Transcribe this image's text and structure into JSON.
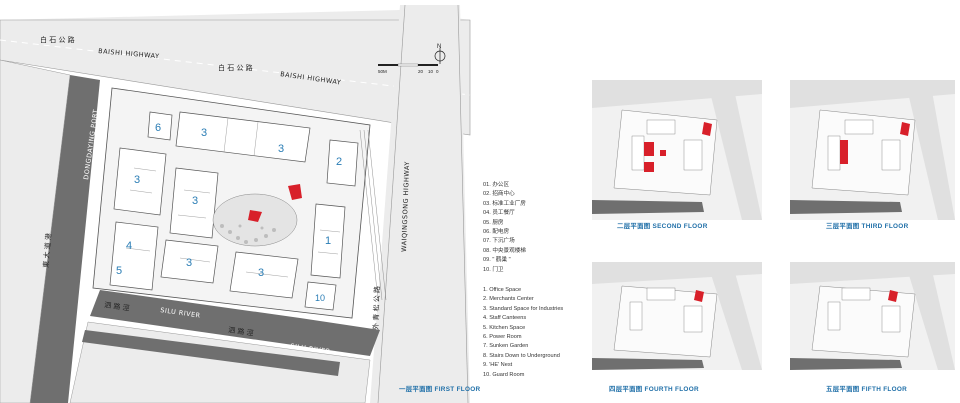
{
  "roads": {
    "top_cn_1": "白 石 公 路",
    "top_en_1": "BAISHI HIGHWAY",
    "top_cn_2": "白 石 公 路",
    "top_en_2": "BAISHI HIGHWAY",
    "left_cn": "東 大 道 港",
    "left_en": "DONGDAYING PORT",
    "right_en": "WAIQINGSONG HIGHWAY",
    "right_cn": "外 青 松 公 路",
    "river_cn_1": "泗 路 涇",
    "river_en_1": "SILU RIVER",
    "river_cn_2": "泗 路 涇",
    "river_en_2": "SILU RIVER"
  },
  "compass": {
    "north": "N",
    "scale_labels": [
      "50M",
      "20",
      "10",
      "0"
    ]
  },
  "zones": [
    "1",
    "2",
    "3",
    "3",
    "3",
    "3",
    "3",
    "3",
    "4",
    "5",
    "6",
    "10"
  ],
  "legend_cn": [
    "01. 办公区",
    "02. 招商中心",
    "03. 标准工业厂房",
    "04. 员工餐厅",
    "05. 厨房",
    "06. 配电房",
    "07. 下沉广场",
    "08. 中央景观楼梯",
    "09. \" 鹳巢 \"",
    "10. 门卫"
  ],
  "legend_en": [
    "1.  Office Space",
    "2.  Merchants Center",
    "3.  Standard Space for Industries",
    "4.  Staff Canteens",
    "5.  Kitchen Space",
    "6.  Power Room",
    "7.  Sunken Garden",
    "8.  Stairs Down to Underground",
    "9.  'HE' Nest",
    "10. Guard  Room"
  ],
  "captions": {
    "first": "一层平面图  FIRST FLOOR",
    "second": "二层平面图  SECOND FLOOR",
    "third": "三层平面图  THIRD FLOOR",
    "fourth": "四层平面图  FOURTH FLOOR",
    "fifth": "五层平面图  FIFTH FLOOR"
  },
  "colors": {
    "road": "#ececec",
    "water": "#6f6f6f",
    "plot": "#f4f4f4",
    "building": "#ffffff",
    "line": "#555555",
    "accent_red": "#d8202a",
    "caption_blue": "#1f6fa8",
    "label_blue": "#2a7db5"
  }
}
